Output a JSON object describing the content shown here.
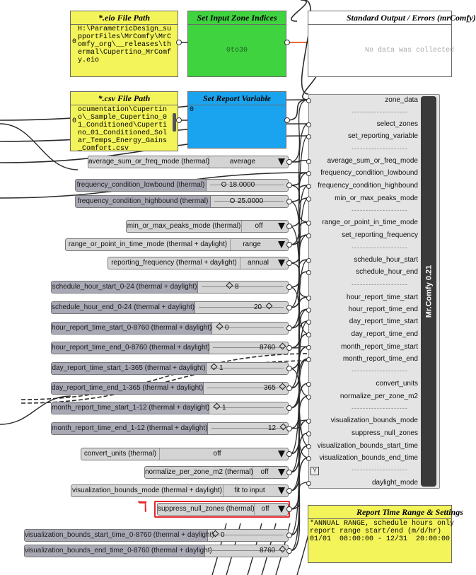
{
  "panels": {
    "eio": {
      "title": "*.eio File Path",
      "text": "H:\\ParametricDesign_supportFiles\\MrComfy\\MrComfy_org\\__releases\\thermal\\Cupertino_MrComfy.eio",
      "index": "0",
      "color": "#f3f35a"
    },
    "zone_indices": {
      "title": "Set Input Zone Indices",
      "text": "0to30",
      "color": "#3fd43f"
    },
    "std_output": {
      "title": "Standard Output / Errors (mrComfy)",
      "text": "No data was collected",
      "color": "#ffffff"
    },
    "csv": {
      "title": "*.csv File Path",
      "text": "ocumentation\\Cupertino\\_Sample_Cupertino_01_Conditioned\\Cupertino_01_Conditioned_Solar_Temps_Energy_Gains_Comfort.csv",
      "index": "0",
      "color": "#f3f35a"
    },
    "report_var": {
      "title": "Set Report Variable",
      "text": "0",
      "color": "#1aa3ee"
    },
    "report_range": {
      "title": "Report Time Range & Settings",
      "text": "*ANNUAL RANGE, schedule hours only\nreport range start/end (m/d/hr)\n01/01  08:00:00 - 12/31  20:00:00",
      "color": "#f3f35a"
    }
  },
  "sliders": [
    {
      "label": "frequency_condition_lowbound (thermal)",
      "value": "18.0000"
    },
    {
      "label": "frequency_condition_highbound (thermal)",
      "value": "25.0000"
    },
    {
      "label": "schedule_hour_start_0-24 (thermal + daylight)",
      "value": "8"
    },
    {
      "label": "schedule_hour_end_0-24 (thermal + daylight)",
      "value": "20"
    },
    {
      "label": "hour_report_time_start_0-8760 (thermal + daylight)",
      "value": "0"
    },
    {
      "label": "hour_report_time_end_0-8760 (thermal + daylight)",
      "value": "8760"
    },
    {
      "label": "day_report_time_start_1-365 (thermal + daylight)",
      "value": "1"
    },
    {
      "label": "day_report_time_end_1-365 (thermal + daylight)",
      "value": "365"
    },
    {
      "label": "month_report_time_start_1-12 (thermal + daylight)",
      "value": "1"
    },
    {
      "label": "month_report_time_end_1-12 (thermal + daylight)",
      "value": "12"
    },
    {
      "label": "visualization_bounds_start_time_0-8760 (thermal + daylight)",
      "value": "0"
    },
    {
      "label": "visualization_bounds_end_time_0-8760 (thermal + daylight)",
      "value": "8760"
    }
  ],
  "lists": [
    {
      "label": "average_sum_or_freq_mode (thermal)",
      "value": "average"
    },
    {
      "label": "min_or_max_peaks_mode (thermal)",
      "value": "off"
    },
    {
      "label": "range_or_point_in_time_mode (thermal + daylight)",
      "value": "range"
    },
    {
      "label": "reporting_frequency (thermal + daylight)",
      "value": "annual"
    },
    {
      "label": "convert_units (thermal)",
      "value": "off"
    },
    {
      "label": "normalize_per_zone_m2 (thermal)",
      "value": "off"
    },
    {
      "label": "visualization_bounds_mode (thermal + daylight)",
      "value": "fit to input"
    },
    {
      "label": "suppress_null_zones (thermal)",
      "value": "off"
    }
  ],
  "component": {
    "name": "Mr.Comfy 0.21",
    "inputs": [
      "zone_data",
      "select_zones",
      "set_reporting_variable",
      "average_sum_or_freq_mode",
      "frequency_condition_lowbound",
      "frequency_condition_highbound",
      "min_or_max_peaks_mode",
      "range_or_point_in_time_mode",
      "set_reporting_frequency",
      "schedule_hour_start",
      "schedule_hour_end",
      "hour_report_time_start",
      "hour_report_time_end",
      "day_report_time_start",
      "day_report_time_end",
      "month_report_time_start",
      "month_report_time_end",
      "convert_units",
      "normalize_per_zone_m2",
      "visualization_bounds_mode",
      "suppress_null_zones",
      "visualization_bounds_start_time",
      "visualization_bounds_end_time",
      "daylight_mode"
    ],
    "separator": "--------------------",
    "y_marker": "Y"
  },
  "annotation": {
    "mark": "ℸ",
    "color": "#e5272b"
  },
  "colors": {
    "wire": "#2b2b2b",
    "slider_label": "#a9a9b5",
    "highlight": "#e5272b"
  }
}
